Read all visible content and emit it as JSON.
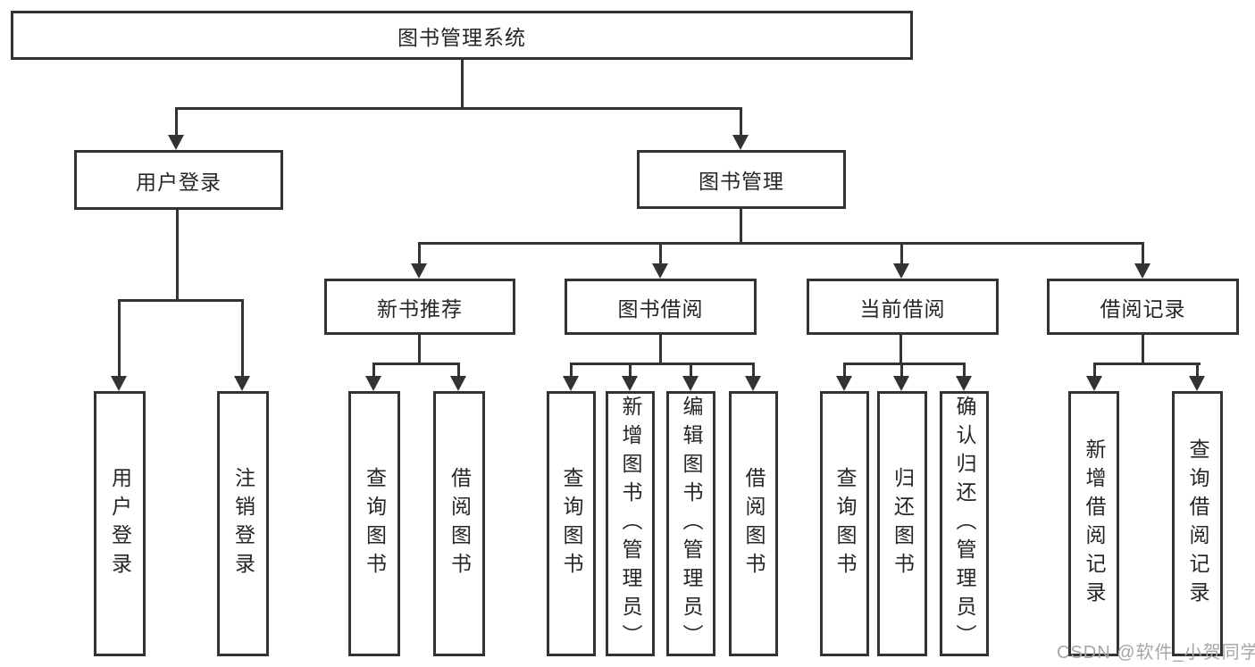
{
  "diagram": {
    "title": "图书管理系统",
    "level2": {
      "user_login": "用户登录",
      "book_management": "图书管理"
    },
    "level3": {
      "new_book_recommend": "新书推荐",
      "book_borrow": "图书借阅",
      "current_borrow": "当前借阅",
      "borrow_record": "借阅记录"
    },
    "leaves": {
      "user_login": [
        "用户登录",
        "注销登录"
      ],
      "new_book_recommend": [
        "查询图书",
        "借阅图书"
      ],
      "book_borrow": [
        "查询图书",
        "新增图书（管理员）",
        "编辑图书（管理员）",
        "借阅图书"
      ],
      "current_borrow": [
        "查询图书",
        "归还图书",
        "确认归还（管理员）"
      ],
      "borrow_record": [
        "新增借阅记录",
        "查询借阅记录"
      ]
    }
  },
  "watermark": {
    "text": "CSDN @软件_小贺同学"
  },
  "colors": {
    "line": "#333333",
    "text": "#262626",
    "background": "#ffffff",
    "watermark": "#a6a6a6"
  }
}
